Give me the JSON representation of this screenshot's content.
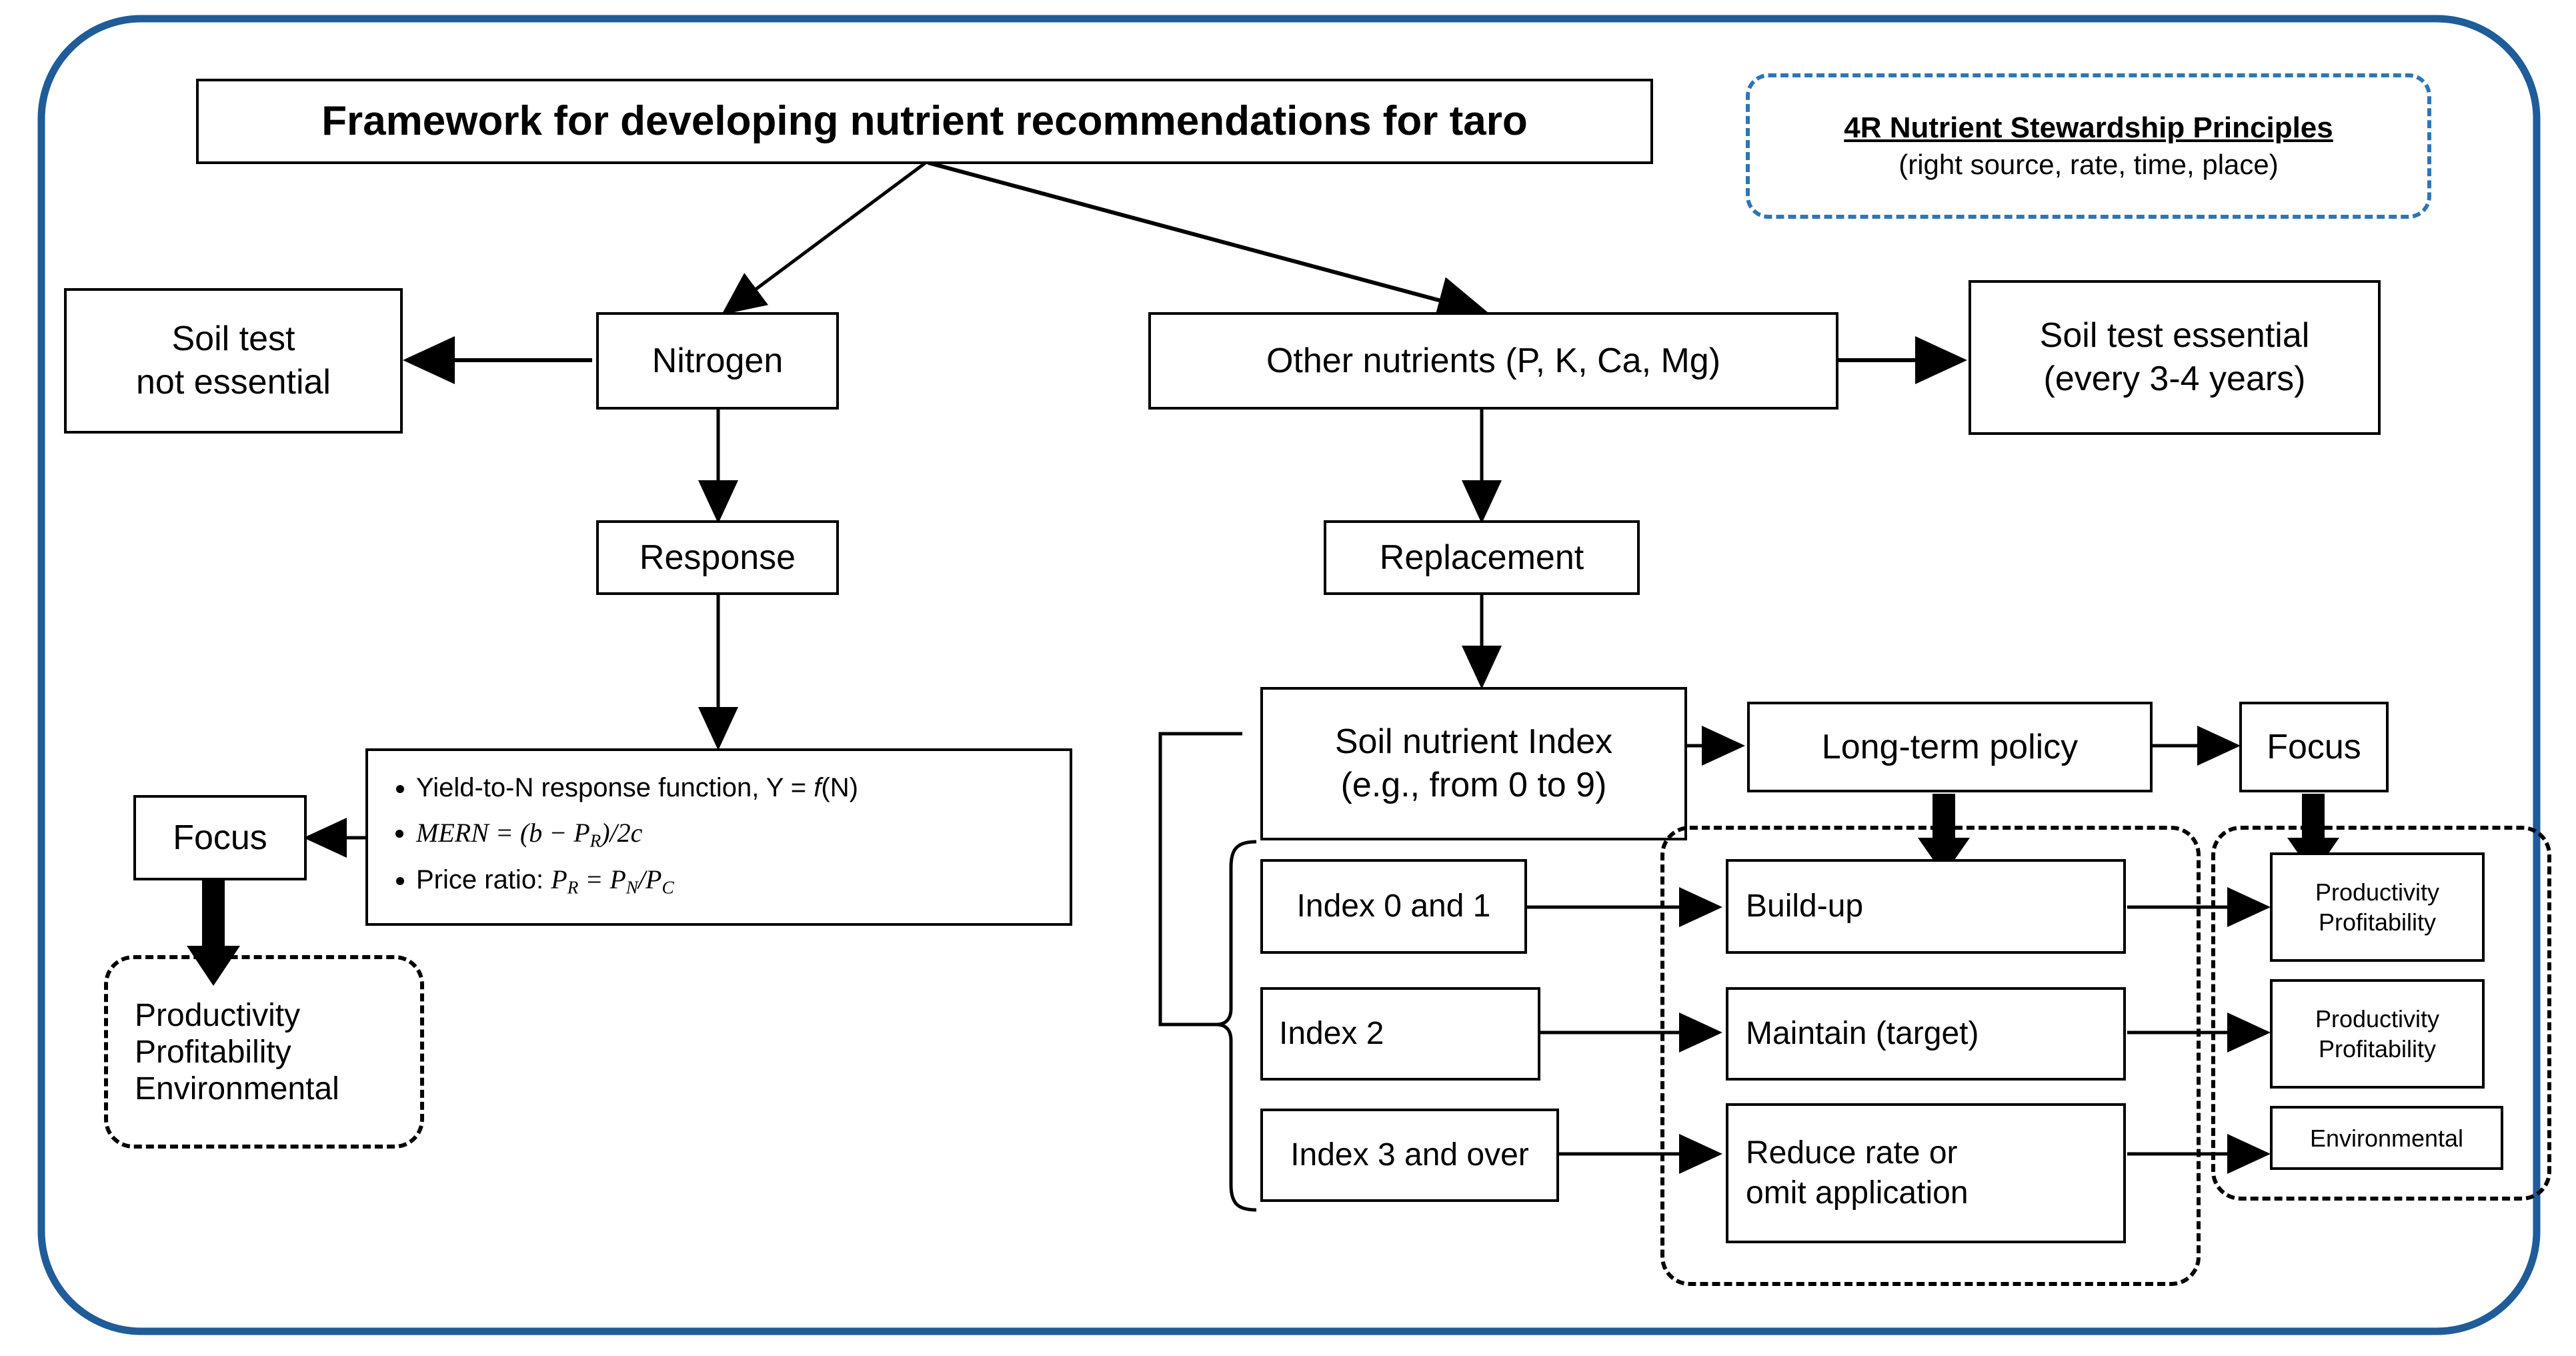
{
  "diagram": {
    "title": "Framework for developing nutrient recommendations for taro",
    "outer_border_color": "#1F5C99",
    "accent_dashed_color": "#2E75B6",
    "legend": {
      "heading": "4R Nutrient Stewardship Principles",
      "subtext": "(right source, rate, time, place)"
    },
    "nodes": {
      "soil_test_not_essential": "Soil test\nnot essential",
      "nitrogen": "Nitrogen",
      "other_nutrients": "Other nutrients (P, K, Ca, Mg)",
      "soil_test_essential": "Soil test essential\n(every 3-4 years)",
      "response": "Response",
      "replacement": "Replacement",
      "soil_nutrient_index": "Soil nutrient Index\n(e.g., from 0 to 9)",
      "long_term_policy": "Long-term policy",
      "focus_right": "Focus",
      "focus_left": "Focus",
      "index_0_and_1": "Index 0 and 1",
      "index_2": "Index 2",
      "index_3_and_over": "Index 3 and over",
      "build_up": "Build-up",
      "maintain_target": "Maintain (target)",
      "reduce_or_omit": "Reduce rate or\nomit application",
      "outcome_left": "Productivity\nProfitability\nEnvironmental",
      "outcome_r1": "Productivity\nProfitability",
      "outcome_r2": "Productivity\nProfitability",
      "outcome_r3": "Environmental"
    },
    "formulas": {
      "bullet1_pre": "Yield-to-N response function, Y = ",
      "bullet1_f": "f",
      "bullet1_post": "(N)",
      "bullet2_mern": "MERN",
      "bullet2_eq": " = (",
      "bullet2_b": "b",
      "bullet2_minus": " − ",
      "bullet2_P": "P",
      "bullet2_Rsub": "R",
      "bullet2_tail": ")/2",
      "bullet2_c": "c",
      "bullet3_pre": "Price ratio: ",
      "bullet3_P1": "P",
      "bullet3_sub1": "R",
      "bullet3_eq": " = ",
      "bullet3_P2": "P",
      "bullet3_sub2": "N",
      "bullet3_slash": "/",
      "bullet3_P3": "P",
      "bullet3_sub3": "C"
    }
  }
}
